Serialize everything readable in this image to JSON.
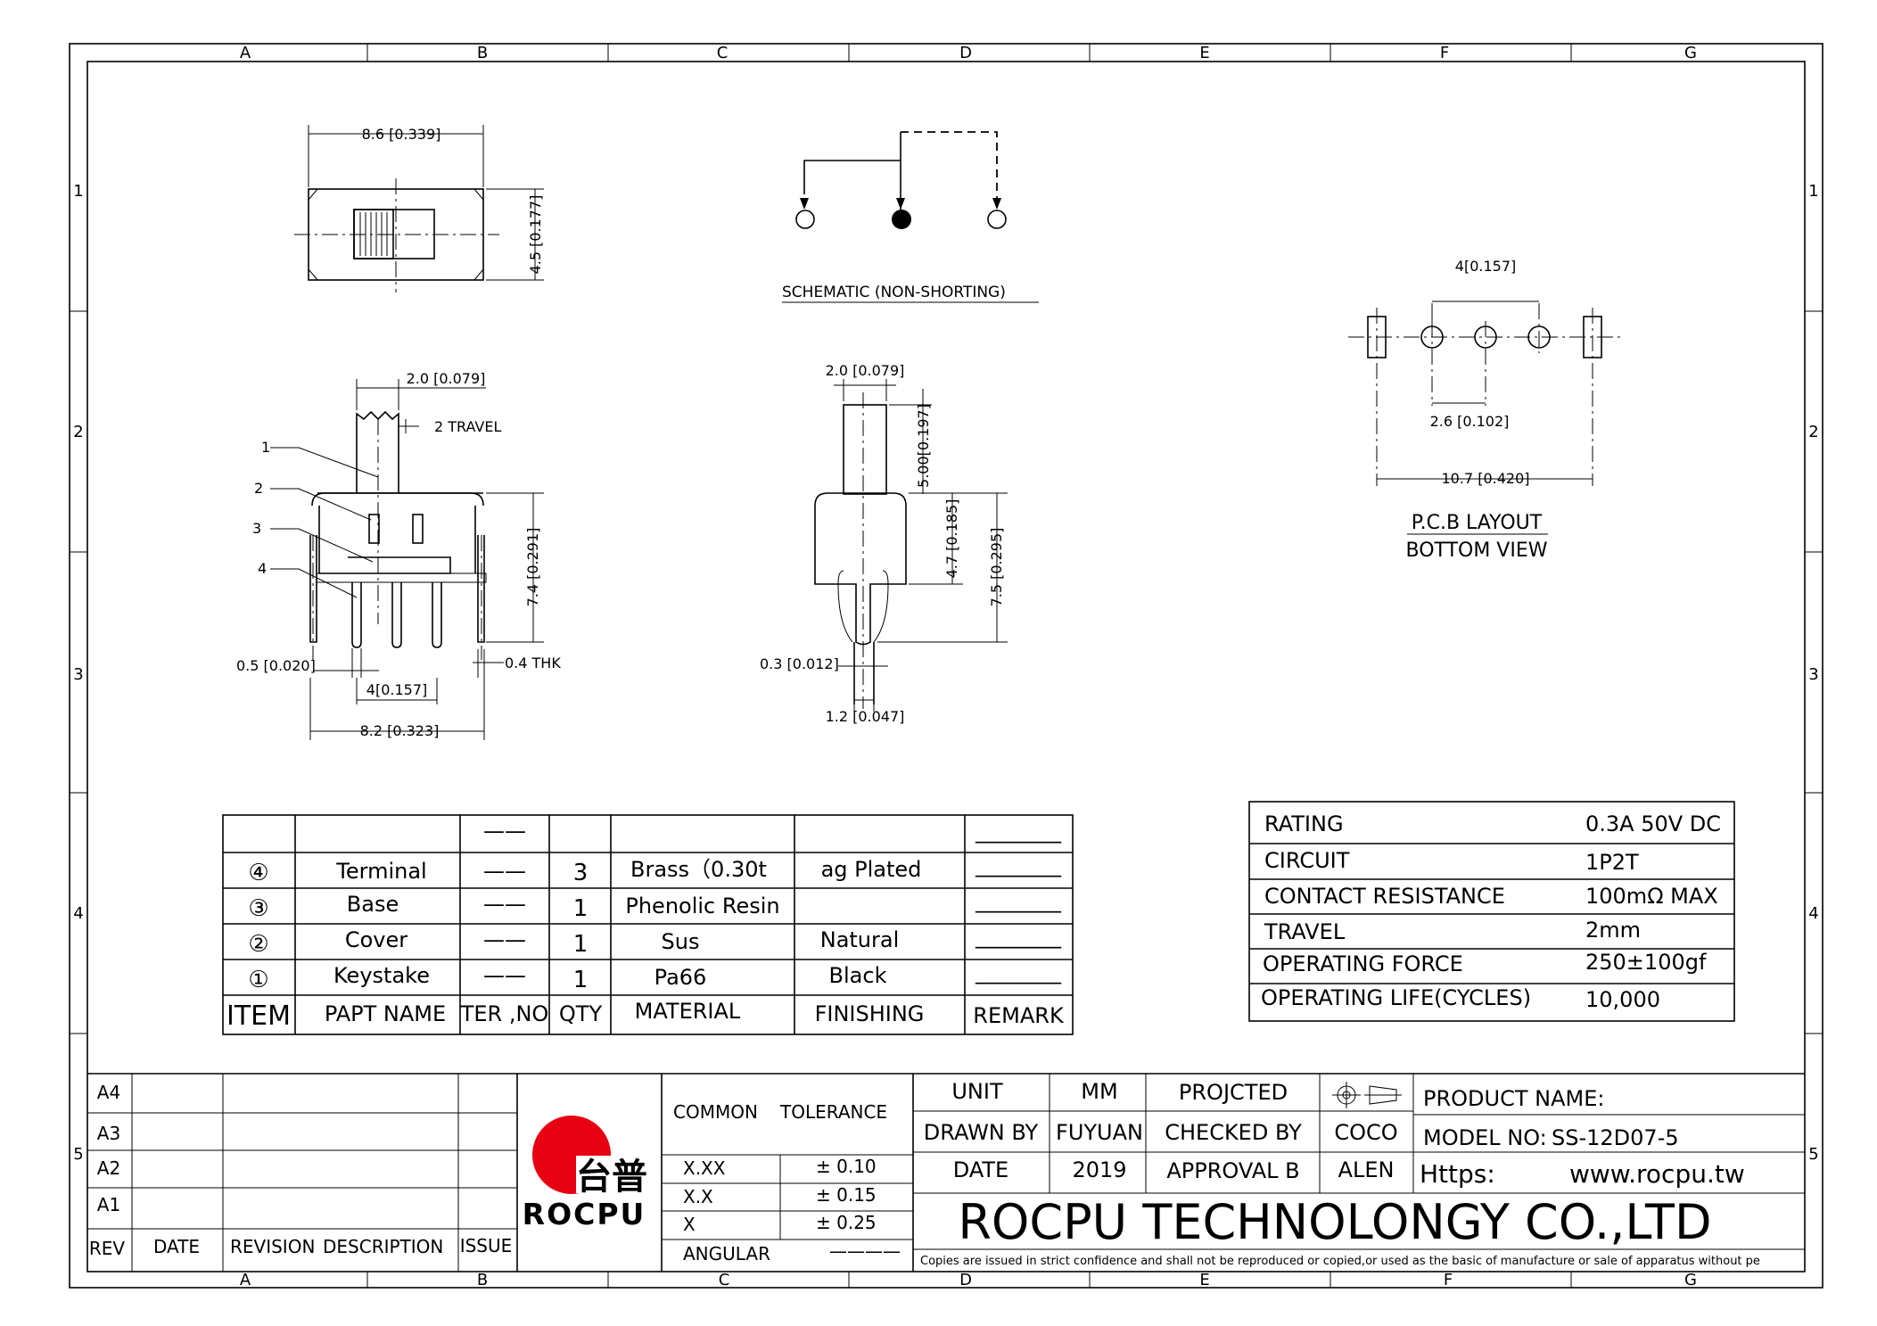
{
  "grid": {
    "columns": [
      "A",
      "B",
      "C",
      "D",
      "E",
      "F",
      "G"
    ],
    "rows": [
      "1",
      "2",
      "3",
      "4",
      "5"
    ]
  },
  "drawing": {
    "top_view": {
      "width_dim": "8.6 [0.339]",
      "height_dim": "4.5 [0.177]"
    },
    "schematic": {
      "title": "SCHEMATIC    (NON-SHORTING)"
    },
    "front_view": {
      "actuator_width": "2.0 [0.079]",
      "travel": "2 TRAVEL",
      "height_dim": "7.4 [0.291]",
      "pin_width": "0.5 [0.020]",
      "pin_thk": "0.4 THK",
      "pitch": "4[0.157]",
      "overall": "8.2 [0.323]",
      "balloons": [
        "1",
        "2",
        "3",
        "4"
      ]
    },
    "side_view": {
      "actuator_width": "2.0 [0.079]",
      "actuator_height": "5.00[0.197]",
      "body_height": "4.7 [0.185]",
      "total_height": "7.5 [0.295]",
      "pin_thk": "0.3 [0.012]",
      "pin_width": "1.2 [0.047]"
    },
    "pcb_layout": {
      "pitch_top": "4[0.157]",
      "pitch_small": "2.6 [0.102]",
      "overall": "10.7 [0.420]",
      "title": "P.C.B LAYOUT",
      "subtitle": "BOTTOM VIEW"
    }
  },
  "bom": {
    "header_top": [
      "",
      "",
      "——",
      "",
      "",
      "",
      "________"
    ],
    "rows": [
      {
        "item": "④",
        "name": "Terminal",
        "ter": "——",
        "qty": "3",
        "material": "Brass（0.30t",
        "finishing": "ag Plated",
        "remark": "________"
      },
      {
        "item": "③",
        "name": "Base",
        "ter": "——",
        "qty": "1",
        "material": "Phenolic Resin",
        "finishing": "",
        "remark": "________"
      },
      {
        "item": "②",
        "name": "Cover",
        "ter": "——",
        "qty": "1",
        "material": "Sus",
        "finishing": "Natural",
        "remark": "________"
      },
      {
        "item": "①",
        "name": "Keystake",
        "ter": "——",
        "qty": "1",
        "material": "Pa66",
        "finishing": "Black",
        "remark": "________"
      }
    ],
    "headers": [
      "ITEM",
      "PAPT NAME",
      "TER ,NO",
      "QTY",
      "MATERIAL",
      "FINISHING",
      "REMARK"
    ]
  },
  "specs": [
    {
      "label": "RATING",
      "value": "0.3A 50V DC"
    },
    {
      "label": "CIRCUIT",
      "value": "1P2T"
    },
    {
      "label": "CONTACT  RESISTANCE",
      "value": "100mΩ MAX"
    },
    {
      "label": "TRAVEL",
      "value": "2mm"
    },
    {
      "label": "OPERATING FORCE",
      "value": "250±100gf"
    },
    {
      "label": "OPERATING LIFE(CYCLES)",
      "value": "10,000"
    }
  ],
  "title_block": {
    "revisions": [
      "A4",
      "A3",
      "A2",
      "A1"
    ],
    "rev_headers": {
      "rev": "REV",
      "date": "DATE",
      "revision": "REVISION",
      "description": "DESCRIPTION",
      "issue": "ISSUE"
    },
    "logo": {
      "chinese": "台普",
      "name": "ROCPU"
    },
    "tolerance": {
      "common": "COMMON",
      "label": "TOLERANCE",
      "rows": [
        {
          "fmt": "X.XX",
          "val": "± 0.10"
        },
        {
          "fmt": "X.X",
          "val": "± 0.15"
        },
        {
          "fmt": "X",
          "val": "± 0.25"
        },
        {
          "fmt": "ANGULAR",
          "val": "————"
        }
      ]
    },
    "unit_label": "UNIT",
    "unit_value": "MM",
    "projected_label": "PROJCTED",
    "drawn_label": "DRAWN BY",
    "drawn_value": "FUYUAN",
    "checked_label": "CHECKED  BY",
    "checked_value": "COCO",
    "date_label": "DATE",
    "date_value": "2019",
    "approval_label": "APPROVAL  B",
    "approval_value": "ALEN",
    "product_name_label": "PRODUCT NAME:",
    "model_label": "MODEL NO:",
    "model_value": "SS-12D07-5",
    "https_label": "Https:",
    "https_value": "www.rocpu.tw",
    "company": "ROCPU TECHNOLONGY CO.,LTD",
    "notice": "Copies are issued in strict confidence and shall not be reproduced or copied,or used as the basic of manufacture or sale of apparatus without pe"
  },
  "colors": {
    "logo_red": "#e60012",
    "line": "#000000"
  }
}
